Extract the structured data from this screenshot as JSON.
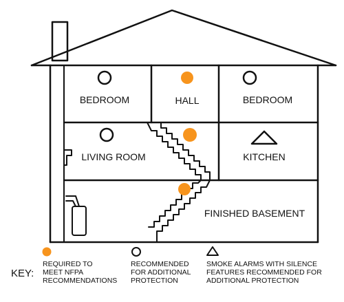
{
  "rooms": {
    "bedroom_left": "BEDROOM",
    "hall": "HALL",
    "bedroom_right": "BEDROOM",
    "living_room": "LIVING ROOM",
    "kitchen": "KITCHEN",
    "basement": "FINISHED BASEMENT"
  },
  "key": {
    "title": "KEY:",
    "required": [
      "REQUIRED TO",
      "MEET NFPA",
      "RECOMMENDATIONS"
    ],
    "recommended": [
      "RECOMMENDED",
      "FOR ADDITIONAL",
      "PROTECTION"
    ],
    "silence": [
      "SMOKE ALARMS WITH SILENCE",
      "FEATURES RECOMMENDED FOR",
      "ADDITIONAL PROTECTION"
    ]
  },
  "colors": {
    "required": "#F7941D",
    "line": "#111111"
  },
  "icons": {
    "required": "filled-orange-circle",
    "recommended": "outlined-circle",
    "silence": "outlined-triangle"
  }
}
